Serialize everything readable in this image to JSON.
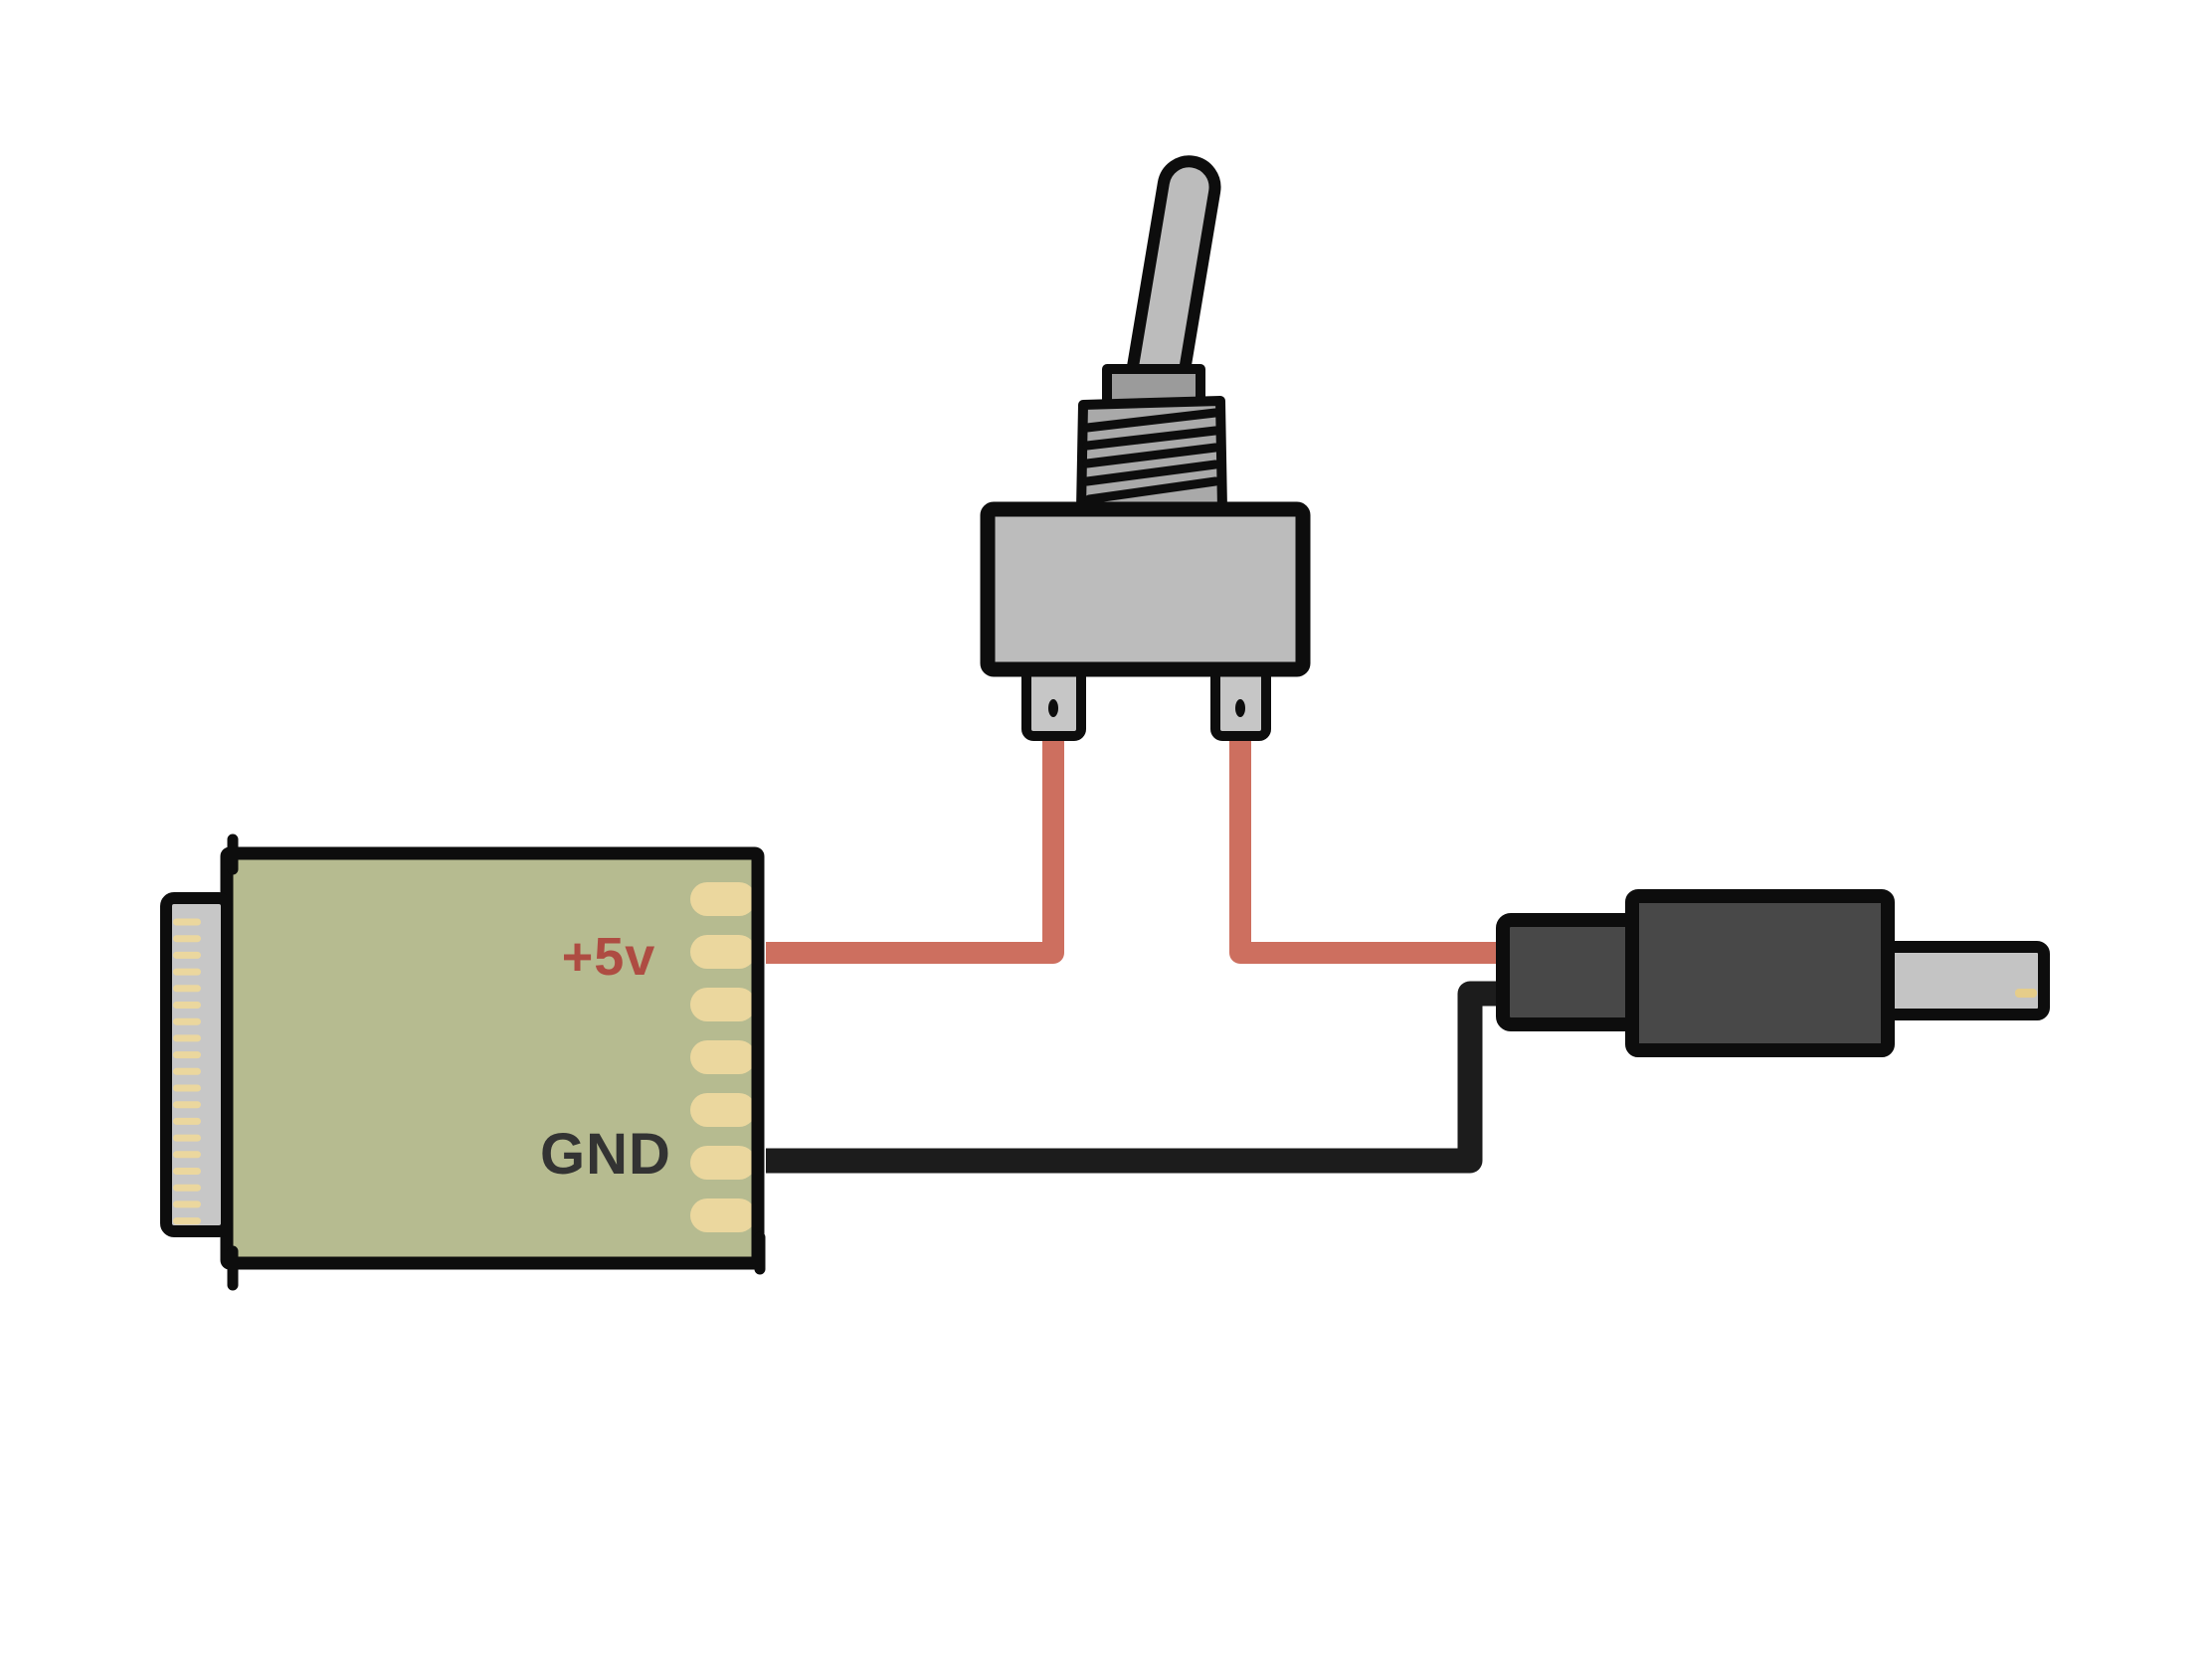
{
  "labels": {
    "power_pin": "+5v",
    "ground_pin": "GND"
  },
  "board": {
    "right_pin_count": 7,
    "left_pin_count": 19
  },
  "colors": {
    "background": "#ffffff",
    "outline": "#0d0d0d",
    "board_green": "#b6bb90",
    "pin_yellow": "#ebd79e",
    "edge_connector_gray": "#c7c7c7",
    "wire_red": "#cd6f5f",
    "wire_black": "#1c1c1c",
    "power_label_red": "#ae4c42",
    "ground_label_dark": "#333333",
    "switch_body_gray": "#bcbcbc",
    "switch_collar_gray": "#9b9b9b",
    "switch_bushing_gray": "#a9a9a9",
    "switch_terminal_gray": "#c6c6c6",
    "usb_housing_dark": "#484848",
    "usb_plug_gray": "#c4c4c4",
    "usb_contact_yellow": "#e6cd8a"
  }
}
